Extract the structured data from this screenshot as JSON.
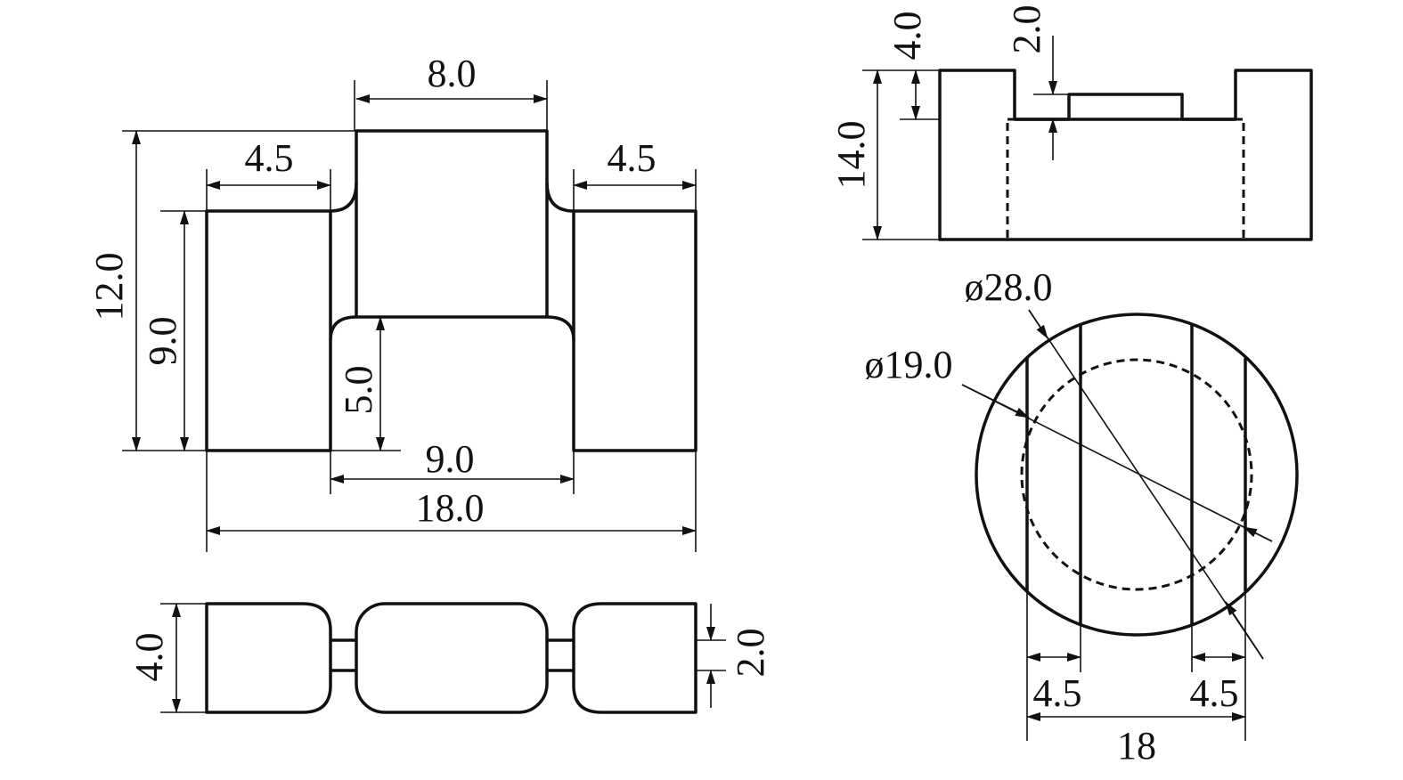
{
  "front_view": {
    "dim_top_width": "8.0",
    "dim_left_leg_width": "4.5",
    "dim_right_leg_width": "4.5",
    "dim_total_height": "12.0",
    "dim_leg_height": "9.0",
    "dim_gap_height": "5.0",
    "dim_gap_width": "9.0",
    "dim_total_width": "18.0"
  },
  "bottom_view": {
    "dim_height": "4.0",
    "dim_neck_gap": "2.0"
  },
  "side_view": {
    "dim_step_height": "4.0",
    "dim_slot_depth": "2.0",
    "dim_total_height": "14.0"
  },
  "top_view": {
    "dim_outer_diameter": "ø28.0",
    "dim_inner_diameter": "ø19.0",
    "dim_left_offset": "4.5",
    "dim_right_offset": "4.5",
    "dim_span": "18"
  }
}
